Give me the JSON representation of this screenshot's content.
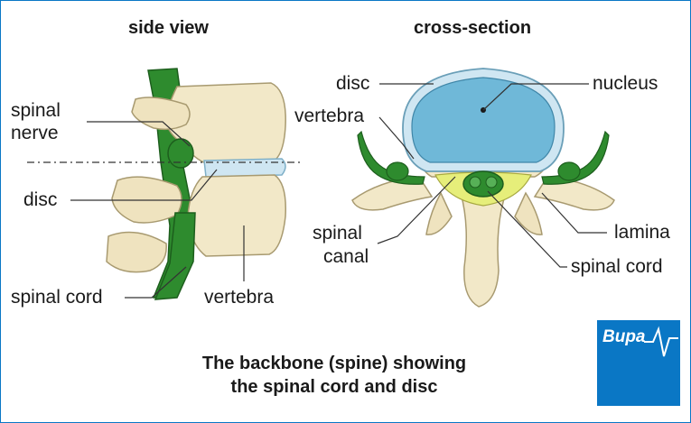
{
  "views": {
    "side_view_title": "side view",
    "cross_section_title": "cross-section"
  },
  "side_labels": {
    "spinal": "spinal",
    "nerve": "nerve",
    "disc": "disc",
    "spinal_cord": "spinal cord",
    "vertebra": "vertebra"
  },
  "cross_labels": {
    "disc": "disc",
    "nucleus": "nucleus",
    "vertebra": "vertebra",
    "spinal": "spinal",
    "canal": "canal",
    "lamina": "lamina",
    "spinal_cord": "spinal cord"
  },
  "caption": {
    "line1": "The backbone (spine) showing",
    "line2": "the spinal cord and disc"
  },
  "logo": {
    "text": "Bupa"
  },
  "colors": {
    "bone": "#f2e8c8",
    "disc": "#cfe6f2",
    "nucleus": "#6fb8d8",
    "nerve": "#2e8b2e",
    "frame": "#0a77c5"
  }
}
